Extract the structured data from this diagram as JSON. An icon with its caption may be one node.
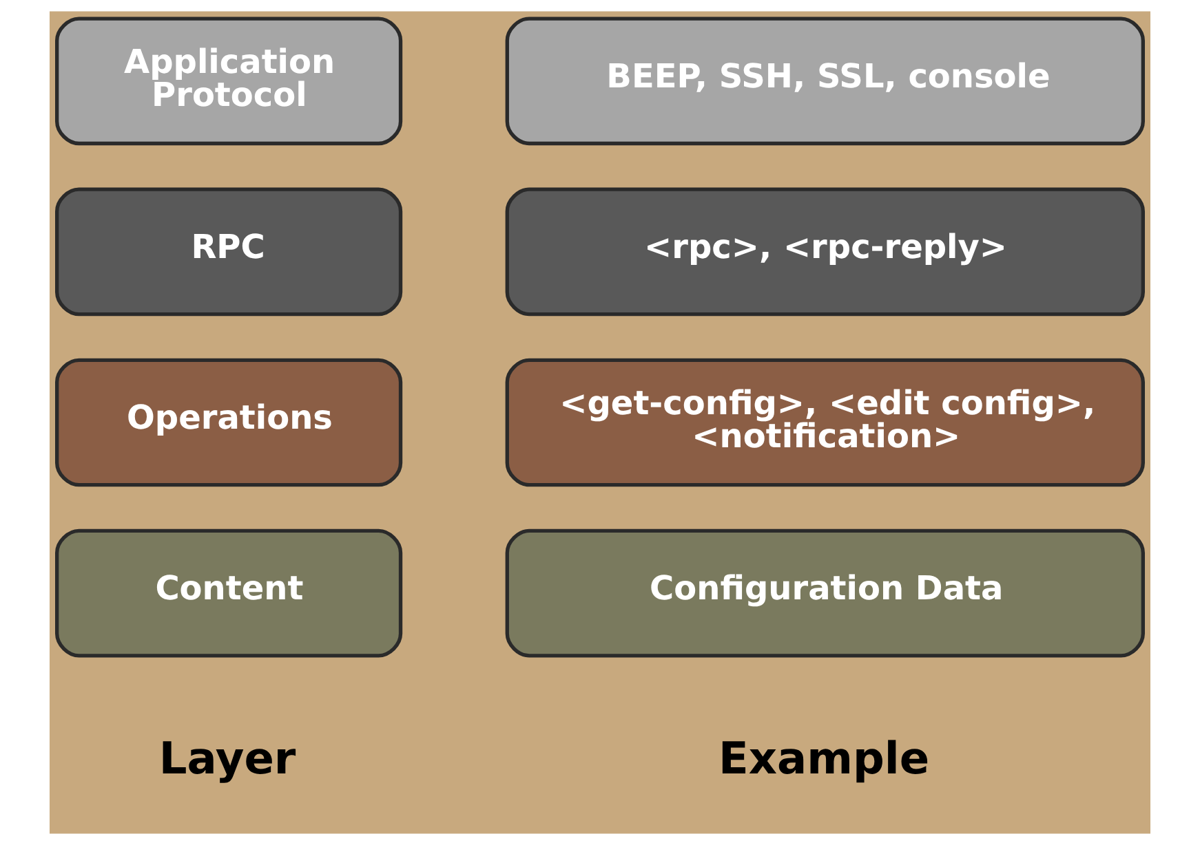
{
  "diagram": {
    "nodes": [
      {
        "text": [
          "Content"
        ]
      },
      {
        "text": [
          "Configuration Data"
        ]
      },
      {
        "text": [
          "Operations"
        ]
      },
      {
        "text": [
          "<get-config>, <edit config>, <notification>"
        ]
      },
      {
        "text": [
          "RPC"
        ]
      },
      {
        "text": [
          "<rpc>, <rpc-reply>"
        ]
      },
      {
        "text": [
          "Application Protocol"
        ]
      },
      {
        "text": [
          "BEEP, SSH, SSL, console"
        ]
      }
    ],
    "labels": [
      "Layer",
      "Example"
    ]
  }
}
